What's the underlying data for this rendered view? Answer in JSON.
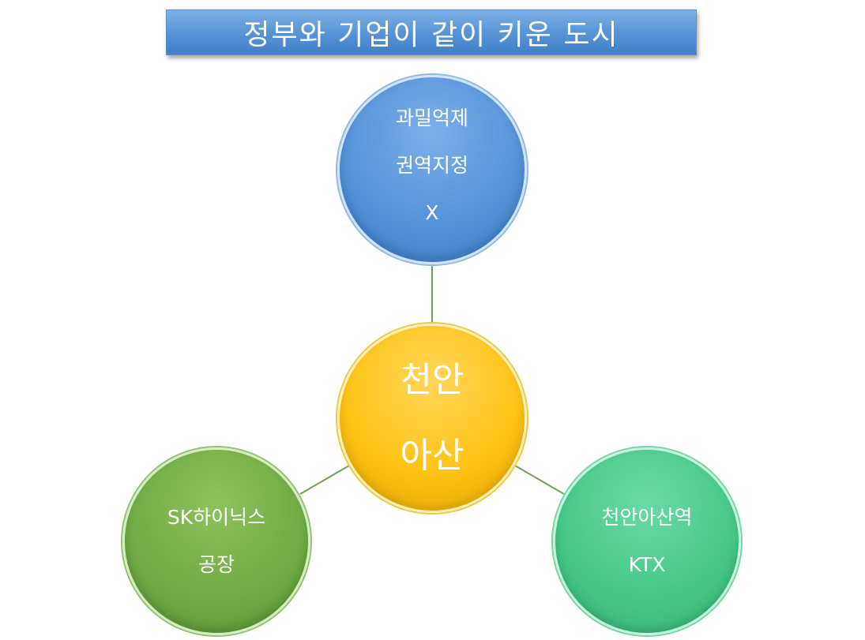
{
  "title": "정부와 기업이 같이 키운 도시",
  "colors": {
    "banner": "#5b97d8",
    "connector": "#6aa84f",
    "blue_node": "#5693d8",
    "gold_node": "#ffc417",
    "green_node": "#70ad47",
    "teal_node": "#48c98b",
    "text": "#ffffff"
  },
  "nodes": {
    "center": {
      "lines": [
        "천안",
        "아산"
      ]
    },
    "top": {
      "lines": [
        "과밀억제",
        "권역지정",
        "X"
      ]
    },
    "bottom_left": {
      "lines": [
        "SK하이닉스",
        "공장"
      ]
    },
    "bottom_right": {
      "lines": [
        "천안아산역",
        "KTX"
      ]
    }
  }
}
